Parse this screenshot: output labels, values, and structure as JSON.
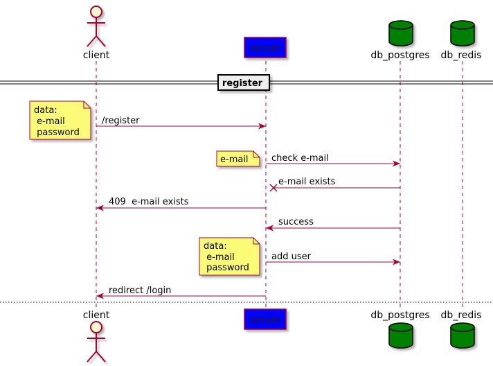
{
  "participants": {
    "client": {
      "label": "client",
      "kind": "actor"
    },
    "server": {
      "label": "server",
      "kind": "participant",
      "fill": "#0000ff",
      "border": "#a80036",
      "text_color": "#1f1f1f"
    },
    "db_postgres": {
      "label": "db_postgres",
      "kind": "database",
      "fill": "#008000"
    },
    "db_redis": {
      "label": "db_redis",
      "kind": "database",
      "fill": "#008000"
    }
  },
  "divider": {
    "label": "register"
  },
  "messages": [
    {
      "label": "/register",
      "from": "client",
      "to": "server",
      "type": "sync"
    },
    {
      "label": "check e-mail",
      "from": "server",
      "to": "db_postgres",
      "type": "sync"
    },
    {
      "label": "e-mail exists",
      "from": "db_postgres",
      "to": "server",
      "type": "lost"
    },
    {
      "label": "409  e-mail exists",
      "from": "server",
      "to": "client",
      "type": "sync"
    },
    {
      "label": "success",
      "from": "db_postgres",
      "to": "server",
      "type": "sync"
    },
    {
      "label": "add user",
      "from": "server",
      "to": "db_postgres",
      "type": "sync"
    },
    {
      "label": "redirect /login",
      "from": "server",
      "to": "client",
      "type": "sync"
    }
  ],
  "notes": {
    "register_data": [
      "data:",
      " e-mail",
      " password"
    ],
    "check_email": [
      "e-mail"
    ],
    "add_user_data": [
      "data:",
      " e-mail",
      " password"
    ]
  },
  "colors": {
    "arrow": "#a80036",
    "lifeline": "#a80036",
    "note_fill": "#fbfb77",
    "note_border": "#a80036",
    "actor_fill": "#fefece",
    "actor_border": "#a80036",
    "text": "#000000"
  }
}
